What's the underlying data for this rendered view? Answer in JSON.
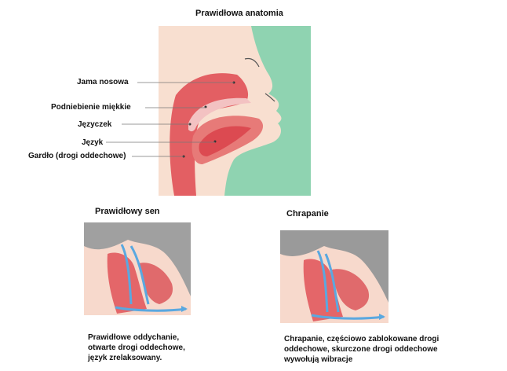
{
  "main": {
    "title": "Prawidłowa anatomia",
    "labels": [
      {
        "text": "Jama nosowa"
      },
      {
        "text": "Podniebienie miękkie"
      },
      {
        "text": "Języczek"
      },
      {
        "text": "Język"
      },
      {
        "text": "Gardło (drogi oddechowe)"
      }
    ]
  },
  "normal": {
    "title": "Prawidłowy sen",
    "caption": "Prawidłowe oddychanie, otwarte drogi oddechowe, język zrelaksowany."
  },
  "snoring": {
    "title": "Chrapanie",
    "caption": "Chrapanie, częściowo zablokowane drogi oddechowe, skurczone drogi oddechowe wywołują wibracje"
  },
  "colors": {
    "background_green": "#8fd3b1",
    "skin": "#f8ded0",
    "tissue_red": "#d9424a",
    "airflow_blue": "#5aa8e0",
    "panel_gray": "#9a9a9a"
  }
}
